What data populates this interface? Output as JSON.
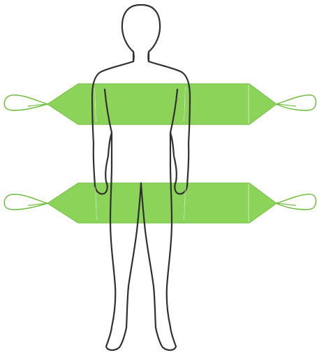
{
  "figure": {
    "subject": "human-figure-outline",
    "straps": [
      {
        "id": "upper-strap",
        "part": "torso"
      },
      {
        "id": "lower-strap",
        "part": "thighs"
      }
    ]
  },
  "colors": {
    "background": "#ffffff",
    "strap_fill": "#8cd35a",
    "strap_edge": "#79c44b",
    "loop_stroke": "#6fbf3f",
    "outline": "#303030",
    "texture": "#f3f7ee"
  },
  "icons": {
    "body": "human-outline-icon",
    "loop": "strap-loop-icon"
  }
}
